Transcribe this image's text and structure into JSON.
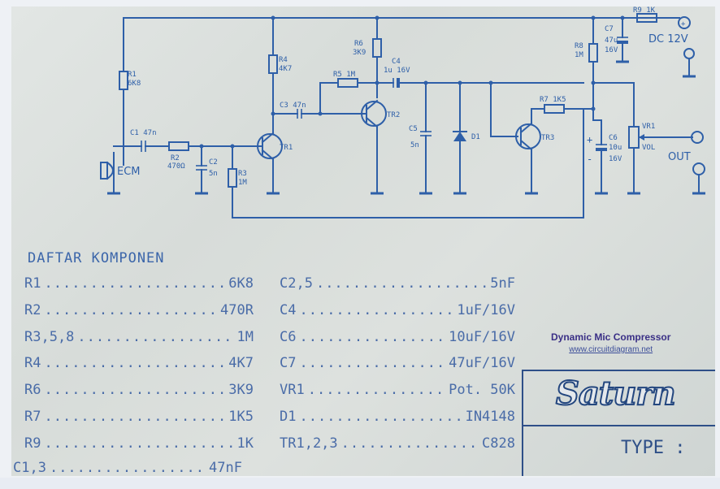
{
  "schematic": {
    "labels": {
      "r1": "R1",
      "r1_val": "6K8",
      "c1": "C1 47n",
      "ecm": "ECM",
      "r2": "R2",
      "r2_val": "470Ω",
      "c2": "C2",
      "c2_val": "5n",
      "r3": "R3",
      "r3_val": "1M",
      "r4": "R4",
      "r4_val": "4K7",
      "c3": "C3 47n",
      "tr1": "TR1",
      "r5": "R5 1M",
      "r6": "R6",
      "r6_val": "3K9",
      "c4": "C4",
      "c4_val": "1u 16V",
      "tr2": "TR2",
      "c5": "C5",
      "c5_val": "5n",
      "d1": "D1",
      "r7": "R7 1K5",
      "tr3": "TR3",
      "r8": "R8",
      "r8_val": "1M",
      "c6": "C6",
      "c6_val": "10u",
      "c6_volt": "16V",
      "vr1": "VR1",
      "vol": "VOL",
      "c7": "C7",
      "c7_val": "47u",
      "c7_volt": "16V",
      "r9": "R9 1K",
      "dc": "DC 12V",
      "out": "OUT"
    }
  },
  "bom": {
    "title": "DAFTAR KOMPONEN",
    "dots": "........................................",
    "left": [
      {
        "ref": "R1",
        "value": "6K8"
      },
      {
        "ref": "R2",
        "value": "470R"
      },
      {
        "ref": "R3,5,8",
        "value": "1M"
      },
      {
        "ref": "R4",
        "value": "4K7"
      },
      {
        "ref": "R6",
        "value": "3K9"
      },
      {
        "ref": "R7",
        "value": "1K5"
      },
      {
        "ref": "R9",
        "value": "1K"
      },
      {
        "ref": "C1,3",
        "value": "47nF"
      }
    ],
    "right": [
      {
        "ref": "C2,5",
        "value": "5nF"
      },
      {
        "ref": "C4",
        "value": "1uF/16V"
      },
      {
        "ref": "C6",
        "value": "10uF/16V"
      },
      {
        "ref": "C7",
        "value": "47uF/16V"
      },
      {
        "ref": "VR1",
        "value": "Pot. 50K"
      },
      {
        "ref": "D1",
        "value": "IN4148"
      },
      {
        "ref": "TR1,2,3",
        "value": "C828"
      }
    ]
  },
  "caption": {
    "title": "Dynamic Mic Compressor",
    "url": "www.circuitdiagram.net"
  },
  "brand": {
    "logo": "Saturn",
    "type_label": "TYPE : "
  },
  "colors": {
    "ink": "#2e5fa8",
    "caption_title": "#3a2f86",
    "paper": "#dde1de"
  }
}
